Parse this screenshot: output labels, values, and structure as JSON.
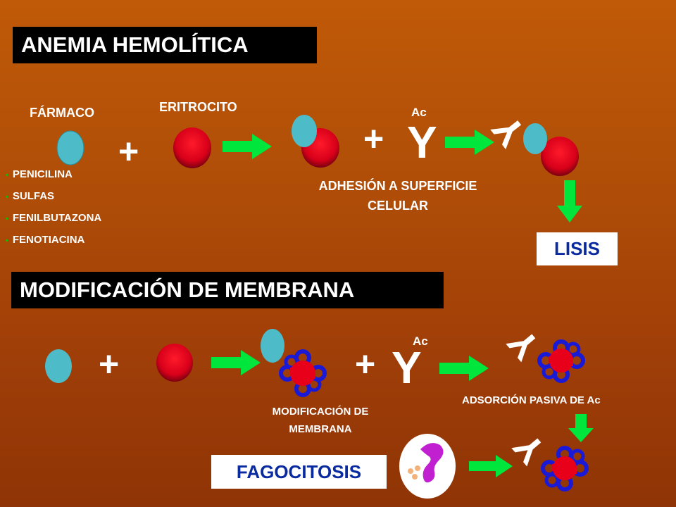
{
  "section1": {
    "title": "ANEMIA HEMOLÍTICA",
    "farmaco_label": "FÁRMACO",
    "eritrocito_label": "ERITROCITO",
    "ac_label": "Ac",
    "plus1": "+",
    "plus2": "+",
    "antibody_glyph": "Y",
    "drugs": [
      "PENICILINA",
      "SULFAS",
      "FENILBUTAZONA",
      "FENOTIACINA"
    ],
    "adhesion_line1": "ADHESIÓN A SUPERFICIE",
    "adhesion_line2": "CELULAR",
    "result": "LISIS"
  },
  "section2": {
    "title": "MODIFICACIÓN DE MEMBRANA",
    "ac_label": "Ac",
    "plus1": "+",
    "plus2": "+",
    "antibody_glyph": "Y",
    "modificacion_line1": "MODIFICACIÓN DE",
    "modificacion_line2": "MEMBRANA",
    "adsorcion_label": "ADSORCIÓN PASIVA DE Ac",
    "result": "FAGOCITOSIS"
  },
  "colors": {
    "drug": "#4dbcc8",
    "erythrocyte": "#e8001a",
    "arrow": "#00e63c",
    "modified_ring": "#1a1ad6",
    "phagocyte_nucleus": "#c020d0"
  },
  "icons": [
    "drug-oval",
    "erythrocyte",
    "arrow-right",
    "arrow-down",
    "antibody-y",
    "modified-erythrocyte",
    "phagocyte"
  ]
}
